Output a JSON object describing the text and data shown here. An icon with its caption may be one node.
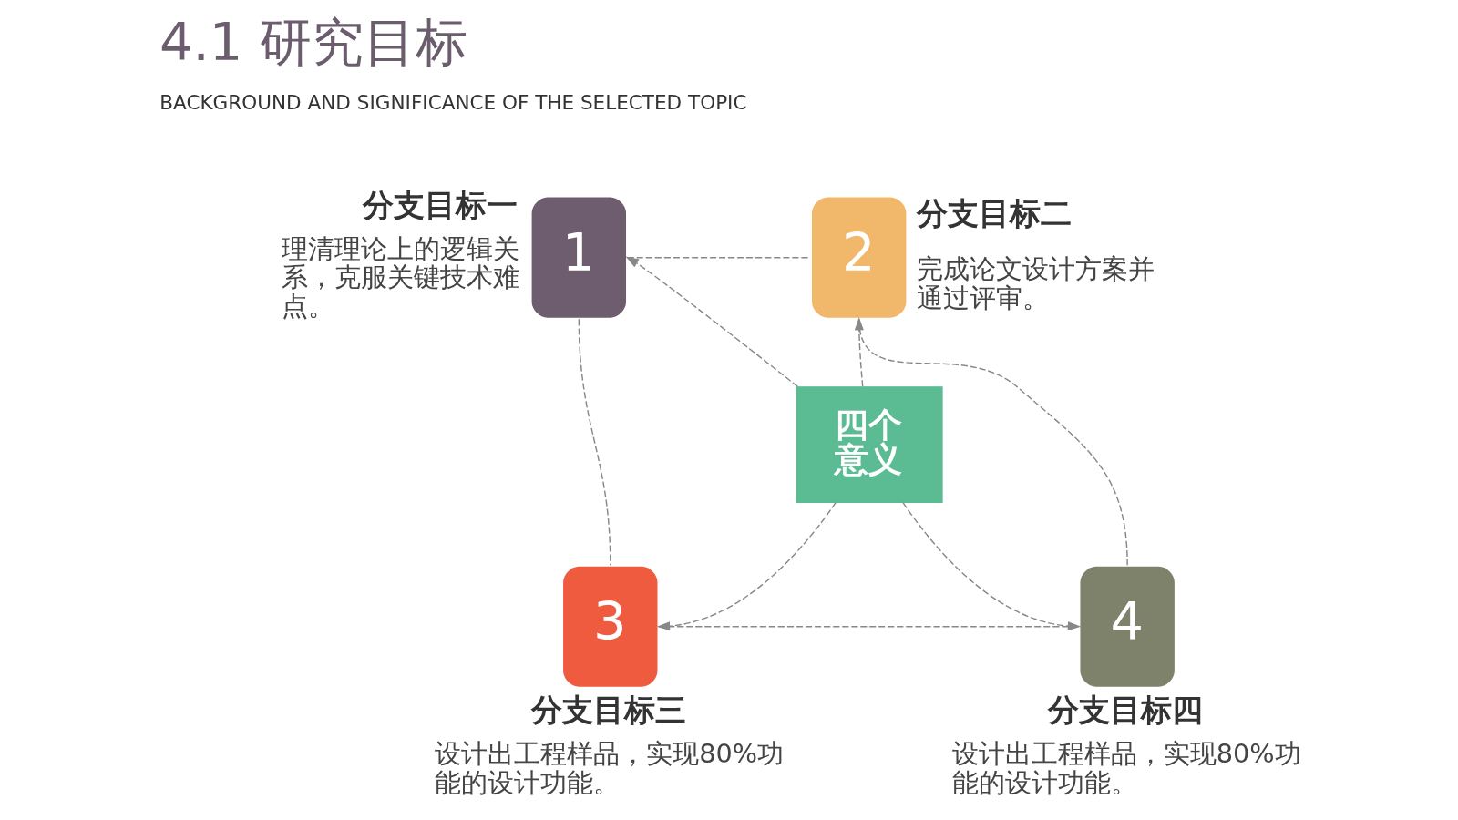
{
  "diagram": {
    "title": "4.1 研究目标",
    "nodes": [
      {
        "text": [
          "1"
        ],
        "beside": [
          "分支目标一",
          "理清理论上的逻辑关系，克服关键技术难点。"
        ]
      },
      {
        "text": [
          "2"
        ],
        "beside": [
          "分支目标二",
          "完成论文设计方案并通过评审。"
        ]
      },
      {
        "text": [
          "四个意义"
        ]
      },
      {
        "text": [
          "3"
        ],
        "beside": [
          "分支目标三",
          "设计出工程样品，实现80%功能的设计功能。"
        ]
      },
      {
        "text": [
          "4"
        ],
        "beside": [
          "分支目标四",
          "设计出工程样品，实现80%功能的设计功能。"
        ]
      }
    ],
    "edges": [
      {
        "from": 2,
        "to": 0,
        "arrow": "to",
        "style": "dashed"
      },
      {
        "from": 2,
        "to": 1,
        "arrow": "to",
        "style": "dashed"
      },
      {
        "from": 2,
        "to": 3,
        "arrow": "to",
        "style": "dashed"
      },
      {
        "from": 2,
        "to": 4,
        "arrow": "to",
        "style": "dashed"
      },
      {
        "from": 0,
        "to": 1,
        "arrow": "none",
        "style": "dashed"
      },
      {
        "from": 1,
        "to": 4,
        "arrow": "none",
        "style": "dashed"
      },
      {
        "from": 3,
        "to": 4,
        "arrow": "none",
        "style": "dashed"
      },
      {
        "from": 0,
        "to": 3,
        "arrow": "none",
        "style": "dashed"
      }
    ],
    "labels": [
      "BACKGROUND AND SIGNIFICANCE OF THE SELECTED TOPIC"
    ]
  }
}
